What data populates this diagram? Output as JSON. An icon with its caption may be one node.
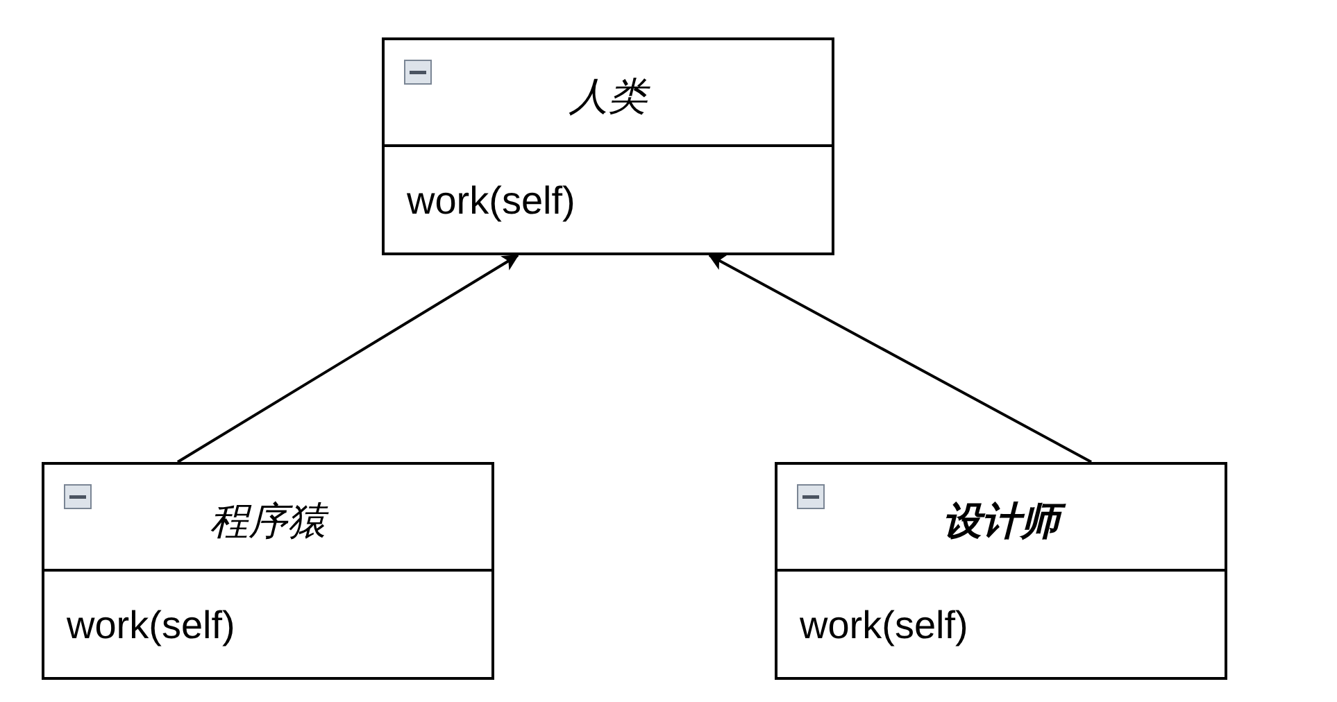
{
  "diagram": {
    "nodes": [
      {
        "text": [
          "人类",
          "work(self)"
        ]
      },
      {
        "text": [
          "程序猿",
          "work(self)"
        ]
      },
      {
        "text": [
          "设计师",
          "work(self)"
        ]
      }
    ],
    "edges": [
      {
        "from": 1,
        "to": 0,
        "arrow": "to"
      },
      {
        "from": 2,
        "to": 0,
        "arrow": "to"
      }
    ]
  }
}
